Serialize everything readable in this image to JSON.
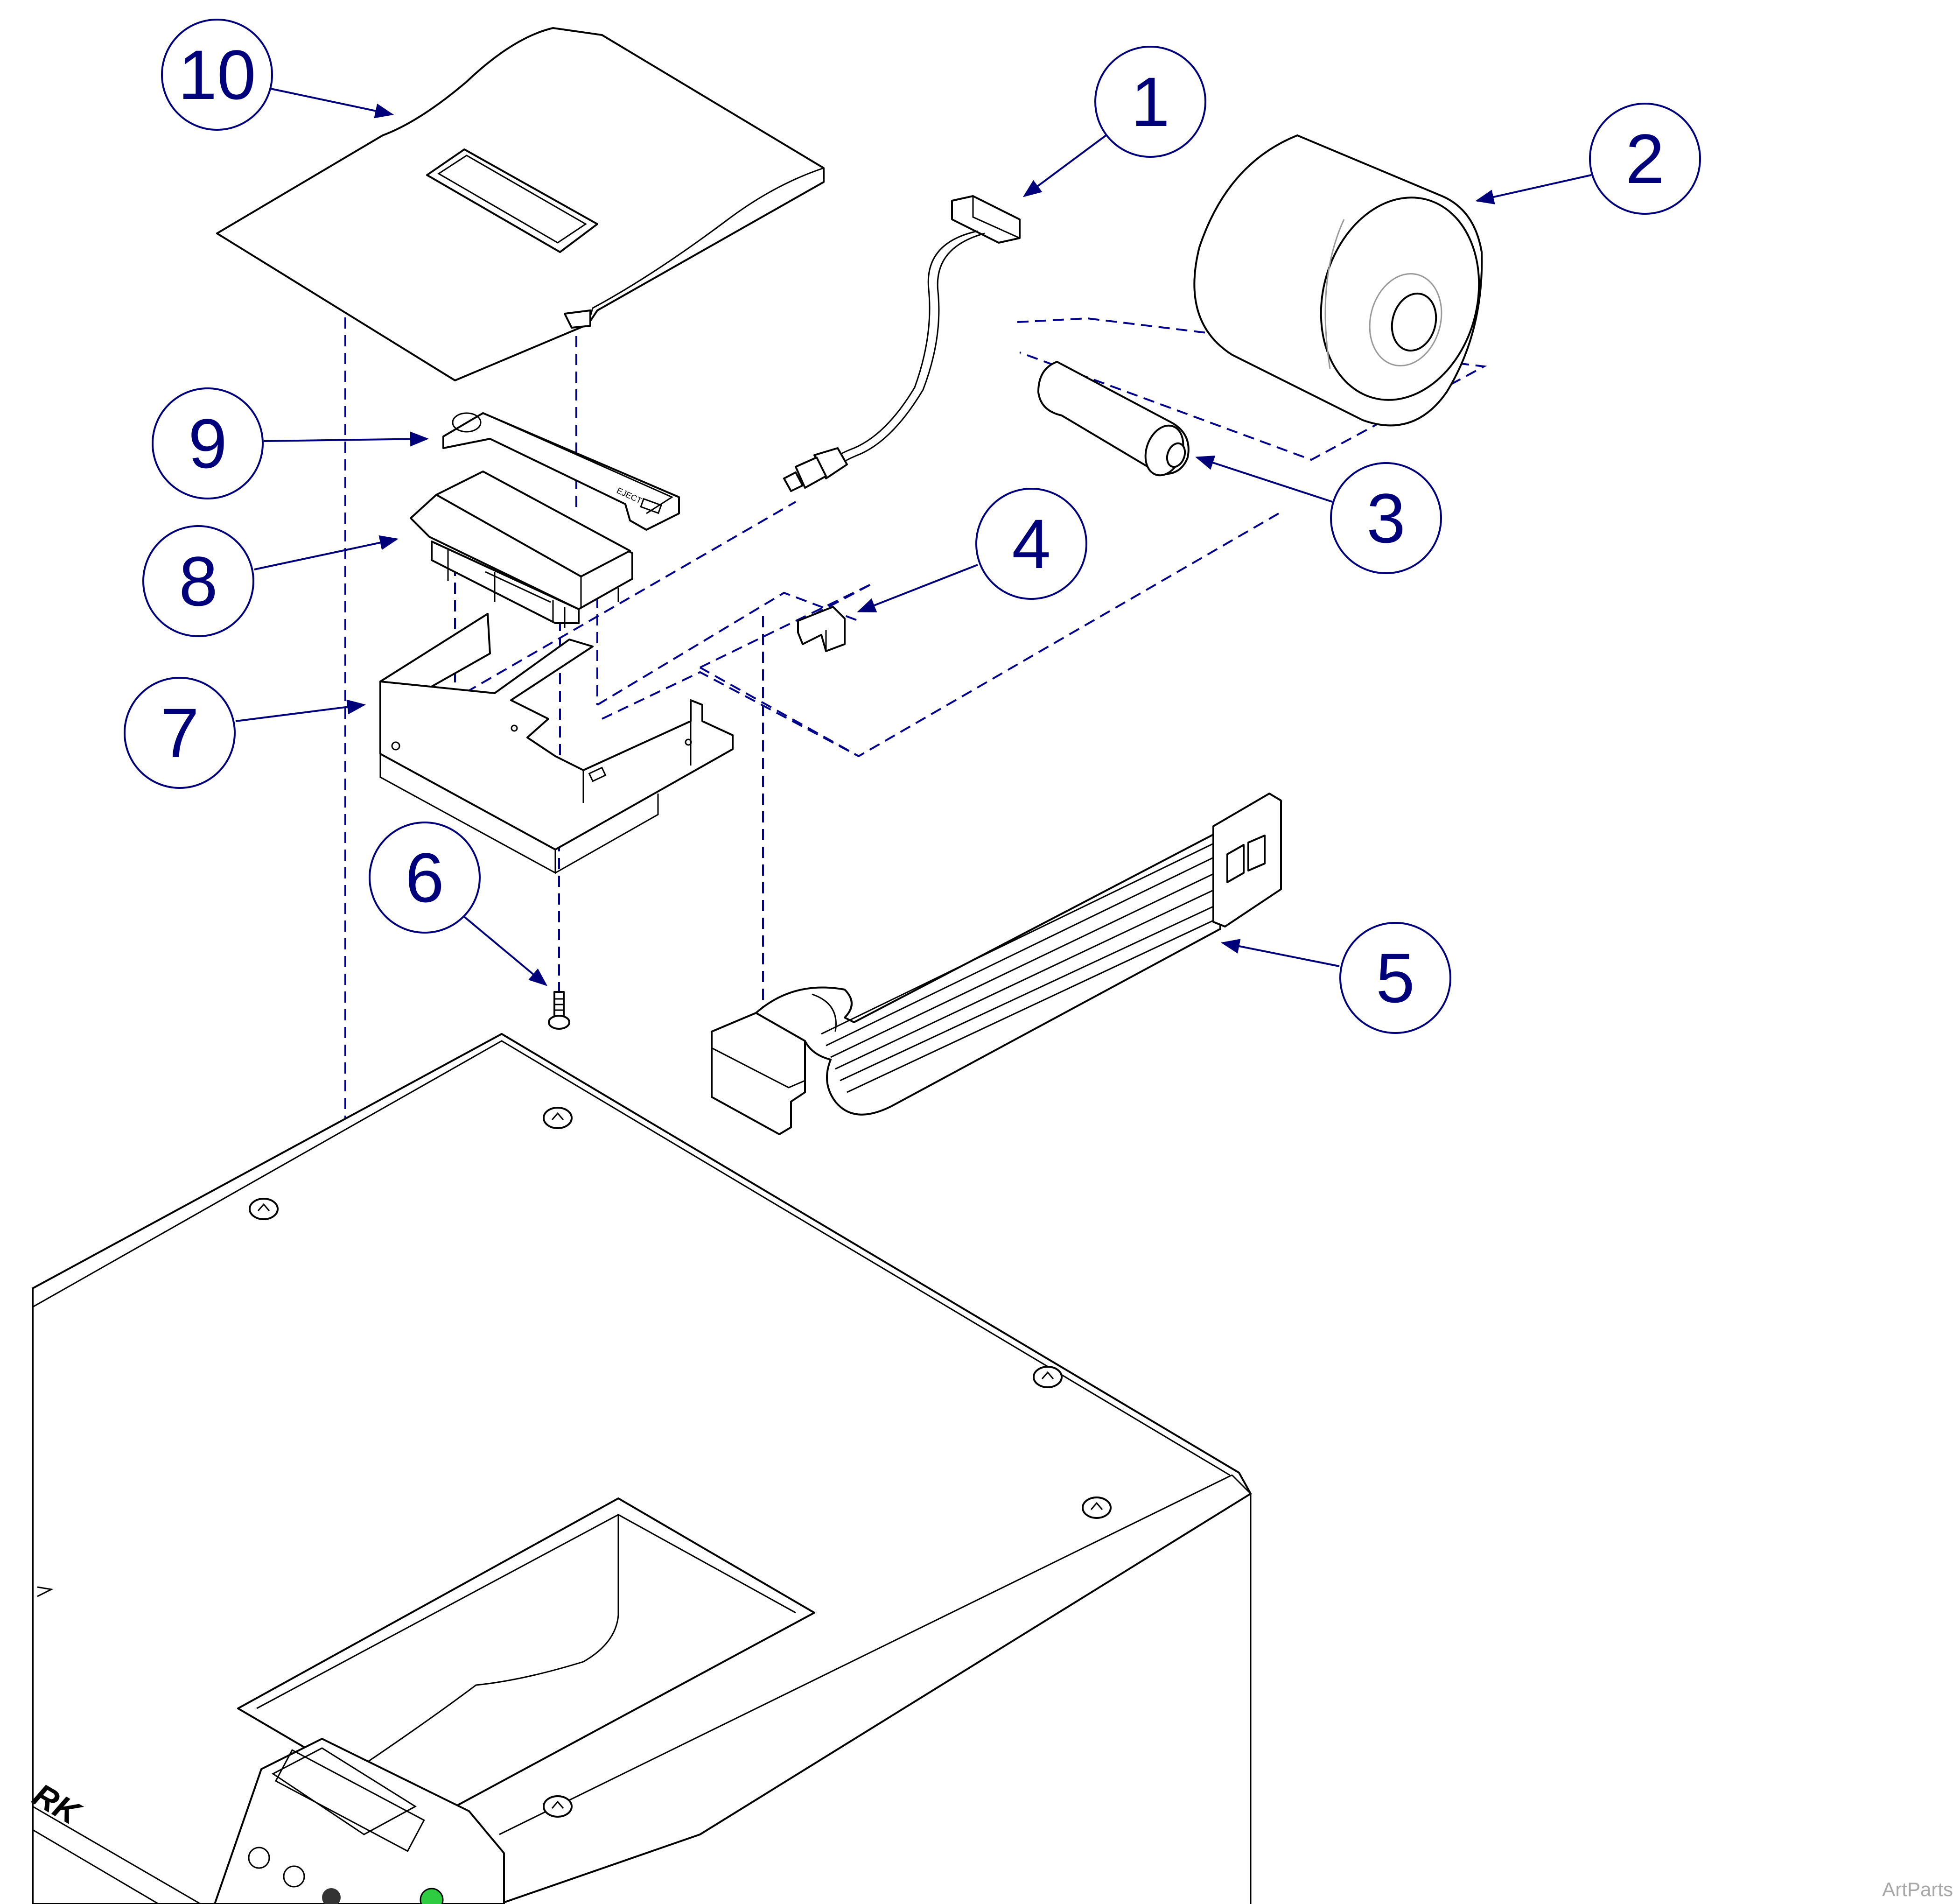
{
  "callouts": [
    {
      "number": "1",
      "part": "sensor-cable"
    },
    {
      "number": "2",
      "part": "paper-roll"
    },
    {
      "number": "3",
      "part": "roll-spindle"
    },
    {
      "number": "4",
      "part": "clip"
    },
    {
      "number": "5",
      "part": "ribbon-cable"
    },
    {
      "number": "6",
      "part": "screw"
    },
    {
      "number": "7",
      "part": "bracket"
    },
    {
      "number": "8",
      "part": "printer-mechanism"
    },
    {
      "number": "9",
      "part": "printer-bezel"
    },
    {
      "number": "10",
      "part": "printer-cover"
    }
  ],
  "housing": {
    "brand_mark": "RK"
  },
  "watermark": "ArtParts",
  "colors": {
    "callout": "#00007a",
    "dashes": "#00008b",
    "line_art": "#000000",
    "watermark": "#a8a8a8",
    "led": "#2ecc40"
  }
}
